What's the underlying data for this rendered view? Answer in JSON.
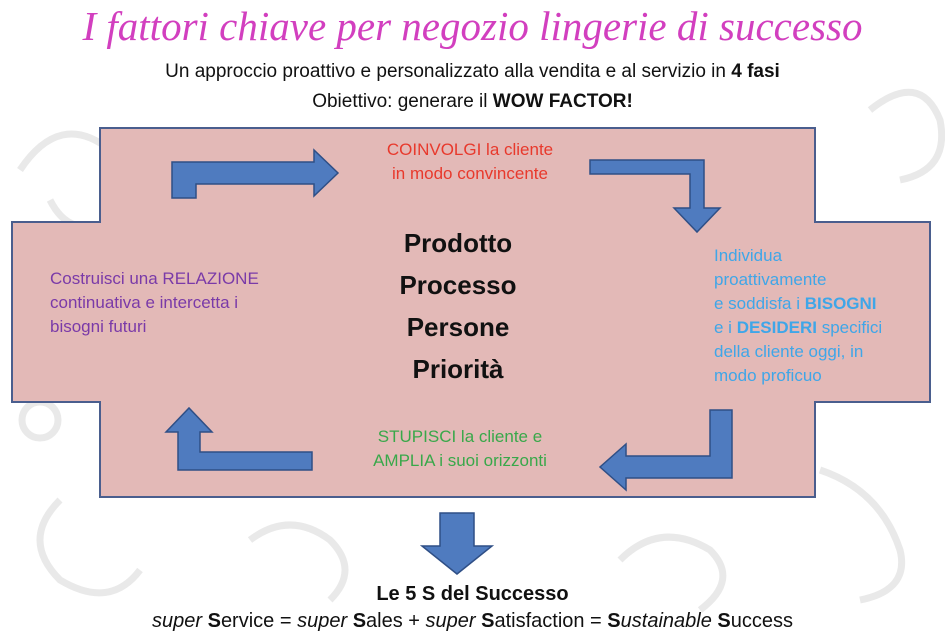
{
  "title": "I fattori chiave per negozio lingerie di successo",
  "subtitle": {
    "line1_text": "Un approccio proattivo e personalizzato alla vendita e al servizio in",
    "line1_bold": "4 fasi",
    "line2_text": "Obiettivo: generare il",
    "line2_bold": "WOW FACTOR!"
  },
  "colors": {
    "title": "#d23fbf",
    "panel_fill": "#e3b9b7",
    "panel_border": "#4a5e8e",
    "arrow_fill": "#4f7bbf",
    "arrow_stroke": "#2f4f86",
    "engage": "#e8392c",
    "needs": "#3fa6e8",
    "amaze": "#39a84a",
    "relationship": "#7a3aa8"
  },
  "phases": {
    "engage": {
      "line1": "COINVOLGI la cliente",
      "line2": "in modo convincente"
    },
    "needs": {
      "line1": "Individua",
      "line2": "proattivamente",
      "line3_pre": "e soddisfa i ",
      "line3_bold": "BISOGNI",
      "line4_pre": "e i ",
      "line4_bold": "DESIDERI",
      "line4_post": " specifici",
      "line5": "della cliente oggi, in",
      "line6": "modo proficuo"
    },
    "amaze": {
      "line1": "STUPISCI la cliente e",
      "line2": "AMPLIA i suoi orizzonti"
    },
    "relationship": {
      "line1": "Costruisci una RELAZIONE",
      "line2": "continuativa e intercetta i",
      "line3": "bisogni futuri"
    }
  },
  "center_words": [
    "Prodotto",
    "Processo",
    "Persone",
    "Priorità"
  ],
  "footer": {
    "heading": "Le 5 S del Successo",
    "formula": [
      {
        "i": "super",
        "b": "S",
        "t": "ervice = "
      },
      {
        "i": "super",
        "b": "S",
        "t": "ales + "
      },
      {
        "i": "super",
        "b": "S",
        "t": "atisfaction = "
      },
      {
        "b": "S",
        "i": "ustainable",
        "t": " "
      },
      {
        "b": "S",
        "t": "uccess"
      }
    ]
  }
}
